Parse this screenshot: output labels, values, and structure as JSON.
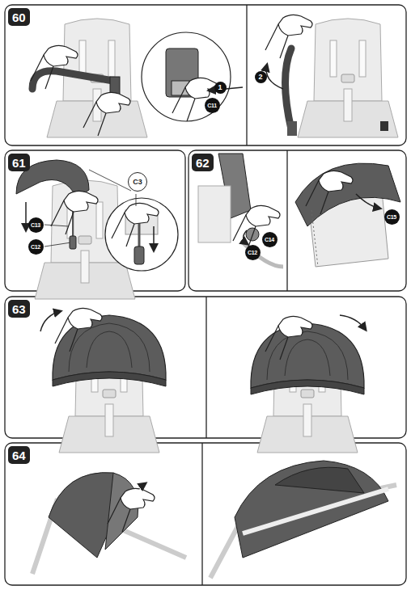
{
  "diagram": {
    "labels": [
      "60",
      "1",
      "C11",
      "2",
      "61",
      "C3",
      "C13",
      "C12",
      "62",
      "C14",
      "C12",
      "C15",
      "63",
      "64"
    ]
  }
}
